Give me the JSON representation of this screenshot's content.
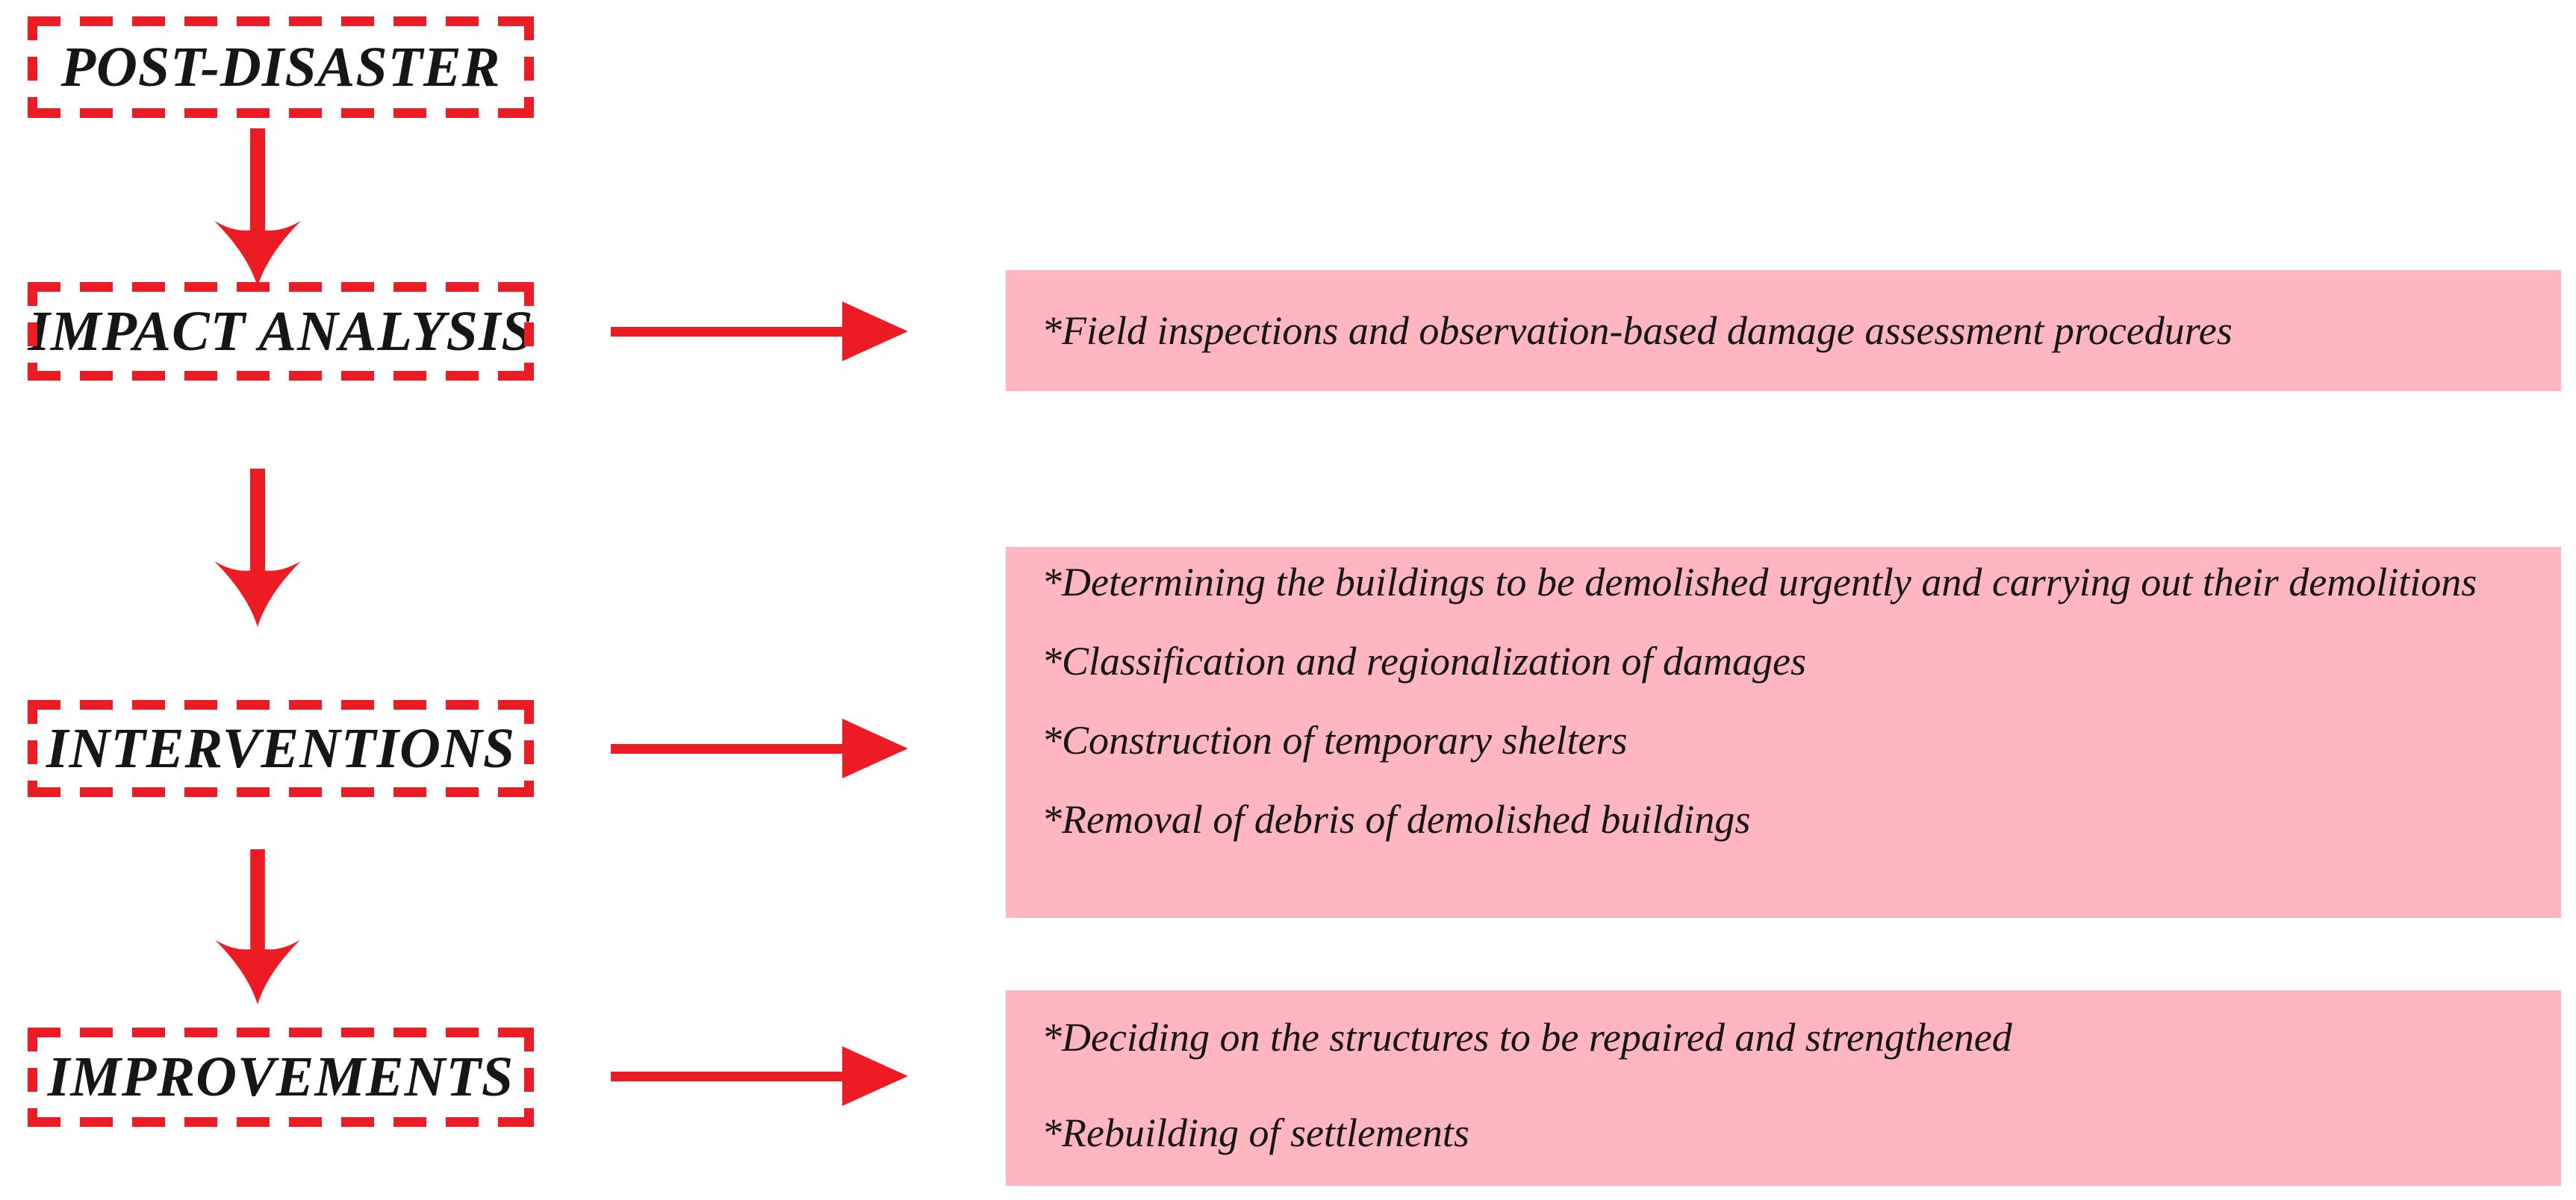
{
  "palette": {
    "red": "#ed1c24",
    "pink": "#ffb6bf",
    "text": "#161616"
  },
  "flow": {
    "stages": [
      {
        "label": "POST-DISASTER"
      },
      {
        "label": "IMPACT ANALYSIS",
        "details": [
          "*Field inspections and observation-based damage assessment procedures"
        ]
      },
      {
        "label": "INTERVENTIONS",
        "details": [
          "*Determining the buildings to be demolished urgently and carrying out their demolitions",
          "*Classification and regionalization of damages",
          "*Construction of temporary shelters",
          "*Removal of debris of demolished buildings"
        ]
      },
      {
        "label": "IMPROVEMENTS",
        "details": [
          "*Deciding on the structures to be repaired and strengthened",
          "*Rebuilding of settlements"
        ]
      }
    ]
  }
}
